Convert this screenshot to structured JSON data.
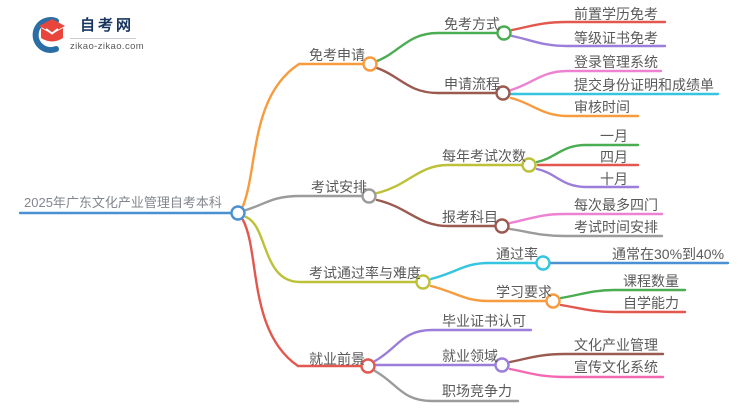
{
  "logo": {
    "site_name": "自考网",
    "site_url": "zikao-zikao.com",
    "icon": "graduation-cap-crescent"
  },
  "colors": {
    "blue": "#4a90d2",
    "orange": "#f79b3e",
    "green": "#4aad52",
    "red": "#e2574e",
    "purple": "#9b7ed9",
    "brown": "#9a5a50",
    "pink": "#ee82d2",
    "hotpink": "#f468b2",
    "cyan": "#35c5e0",
    "olive": "#bcc138",
    "gray": "#9b9b9b"
  },
  "mindmap": {
    "root": {
      "label": "2025年广东文化产业管理自考本科",
      "line_color": "#4a90d2"
    },
    "branches": [
      {
        "label": "免考申请",
        "line_color": "#f79b3e",
        "children": [
          {
            "label": "免考方式",
            "line_color": "#4aad52",
            "children": [
              {
                "label": "前置学历免考",
                "line_color": "#e2574e"
              },
              {
                "label": "等级证书免考",
                "line_color": "#9b7ed9"
              }
            ]
          },
          {
            "label": "申请流程",
            "line_color": "#9a5a50",
            "children": [
              {
                "label": "登录管理系统",
                "line_color": "#ee82d2"
              },
              {
                "label": "提交身份证明和成绩单",
                "line_color": "#35c5e0"
              },
              {
                "label": "审核时间",
                "line_color": "#f79b3e"
              }
            ]
          }
        ]
      },
      {
        "label": "考试安排",
        "line_color": "#9b9b9b",
        "children": [
          {
            "label": "每年考试次数",
            "line_color": "#bcc138",
            "children": [
              {
                "label": "一月",
                "line_color": "#4aad52"
              },
              {
                "label": "四月",
                "line_color": "#e2574e"
              },
              {
                "label": "十月",
                "line_color": "#9b7ed9"
              }
            ]
          },
          {
            "label": "报考科目",
            "line_color": "#9a5a50",
            "children": [
              {
                "label": "每次最多四门",
                "line_color": "#ee82d2"
              },
              {
                "label": "考试时间安排",
                "line_color": "#9b9b9b"
              }
            ]
          }
        ]
      },
      {
        "label": "考试通过率与难度",
        "line_color": "#bcc138",
        "children": [
          {
            "label": "通过率",
            "line_color": "#35c5e0",
            "children": [
              {
                "label": "通常在30%到40%",
                "line_color": "#4a90d2"
              }
            ]
          },
          {
            "label": "学习要求",
            "line_color": "#f79b3e",
            "children": [
              {
                "label": "课程数量",
                "line_color": "#4aad52"
              },
              {
                "label": "自学能力",
                "line_color": "#e2574e"
              }
            ]
          }
        ]
      },
      {
        "label": "就业前景",
        "line_color": "#e2574e",
        "children": [
          {
            "label": "毕业证书认可",
            "line_color": "#9b7ed9"
          },
          {
            "label": "就业领域",
            "line_color": "#9b7ed9",
            "children": [
              {
                "label": "文化产业管理",
                "line_color": "#9a5a50"
              },
              {
                "label": "宣传文化系统",
                "line_color": "#f468b2"
              }
            ]
          },
          {
            "label": "职场竞争力",
            "line_color": "#9b9b9b"
          }
        ]
      }
    ]
  }
}
